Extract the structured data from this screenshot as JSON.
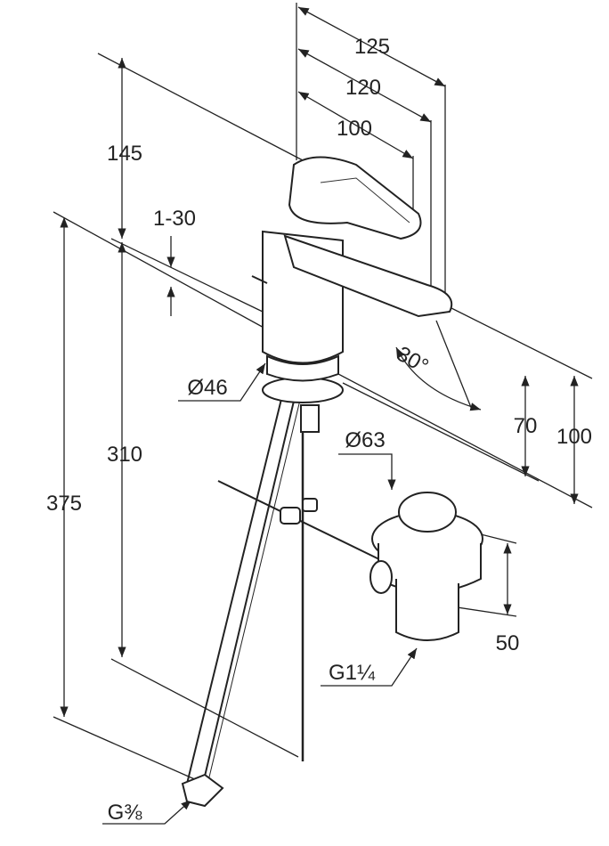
{
  "drawing": {
    "labels": {
      "width_125": "125",
      "width_120": "120",
      "width_100": "100",
      "height_145": "145",
      "range_1_30": "1-30",
      "height_375": "375",
      "height_310": "310",
      "diameter_46": "Ø46",
      "angle_30": "30°",
      "height_70": "70",
      "height_100": "100",
      "diameter_63": "Ø63",
      "height_50": "50",
      "thread_g1_1_4": "G1¼",
      "thread_g3_8": "G⅜"
    }
  }
}
